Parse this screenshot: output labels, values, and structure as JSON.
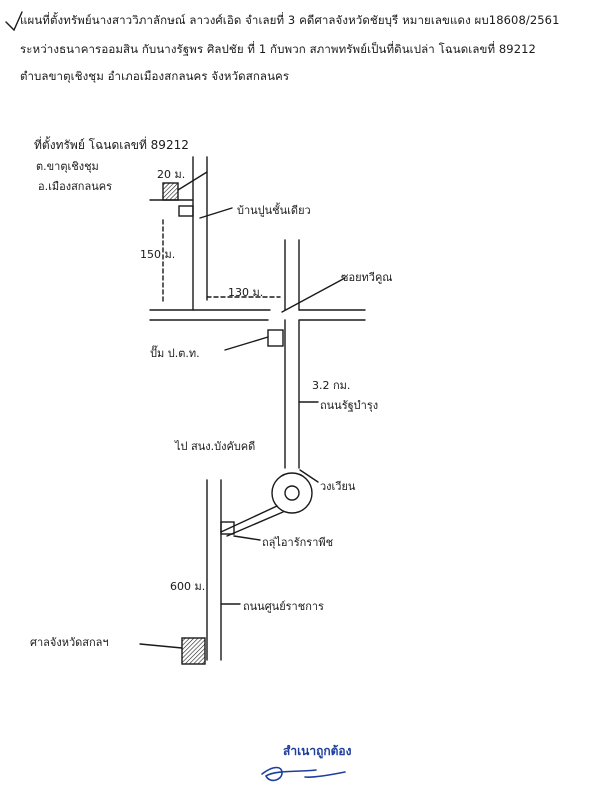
{
  "header": {
    "line1": "แผนที่ตั้งทรัพย์นางสาววิภาลักษณ์ ลาวงศ์เอิด จำเลยที่ 3 คดีศาลจังหวัดชัยบุรี หมายเลขแดง ผบ18608/2561",
    "line2": "ระหว่างธนาคารออมสิน กับนางรัฐพร ศิลปชัย ที่ 1 กับพวก สภาพทรัพย์เป็นที่ดินเปล่า โฉนดเลขที่ 89212",
    "line3": "ตำบลขาตุเชิงชุม อำเภอเมืองสกลนคร จังหวัดสกลนคร"
  },
  "map": {
    "property_title": "ที่ตั้งทรัพย์ โฉนดเลขที่ 89212",
    "property_subdistrict": "ต.ขาตุเชิงชุม",
    "property_district": "อ.เมืองสกลนคร",
    "dist_20m": "20 ม.",
    "house_label": "บ้านปูนชั้นเดียว",
    "dist_150m": "150 ม.",
    "dist_130m": "130 ม.",
    "soi_label": "ซอยทวีคูณ",
    "gas_station": "ปั๊ม ป.ต.ท.",
    "dist_3_2km": "3.2 กม.",
    "road_ratbumrung": "ถนนรัฐบำรุง",
    "to_direction": "ไป สนง.บังคับคดี",
    "roundabout": "วงเวียน",
    "gas_cylinder_shop": "ถลุ่ไอารักราพีช",
    "dist_600m": "600 ม.",
    "road_soonratchakarn": "ถนนศูนย์ราชการ",
    "court_label": "ศาลจังหวัดสกลฯ"
  },
  "footer": {
    "certify_text": "สำเนาถูกต้อง"
  },
  "colors": {
    "ink": "#1a1a1a",
    "stamp_blue": "#1e3f9c"
  }
}
